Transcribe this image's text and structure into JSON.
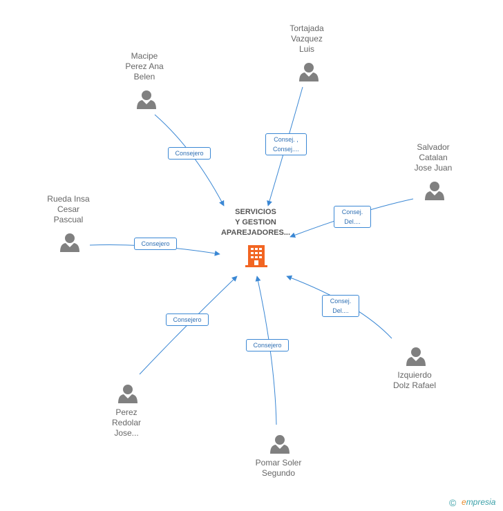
{
  "company": {
    "name_lines": [
      "SERVICIOS",
      "Y GESTION",
      "APAREJADORES..."
    ],
    "icon": "building-icon",
    "color": "#f26522"
  },
  "people": [
    {
      "id": "tortajada",
      "lines": [
        "Tortajada",
        "Vazquez",
        "Luis"
      ],
      "edge_label": [
        "Consej. ,",
        "Consej...."
      ]
    },
    {
      "id": "macipe",
      "lines": [
        "Macipe",
        "Perez Ana",
        "Belen"
      ],
      "edge_label": [
        "Consejero"
      ]
    },
    {
      "id": "salvador",
      "lines": [
        "Salvador",
        "Catalan",
        "Jose Juan"
      ],
      "edge_label": [
        "Consej.",
        "Del...."
      ]
    },
    {
      "id": "rueda",
      "lines": [
        "Rueda Insa",
        "Cesar",
        "Pascual"
      ],
      "edge_label": [
        "Consejero"
      ]
    },
    {
      "id": "perez-redolar",
      "lines": [
        "Perez",
        "Redolar",
        "Jose..."
      ],
      "edge_label": [
        "Consejero"
      ]
    },
    {
      "id": "pomar",
      "lines": [
        "Pomar Soler",
        "Segundo"
      ],
      "edge_label": [
        "Consejero"
      ]
    },
    {
      "id": "izquierdo",
      "lines": [
        "Izquierdo",
        "Dolz Rafael"
      ],
      "edge_label": [
        "Consej.",
        "Del...."
      ]
    }
  ],
  "icons": {
    "person": "person-icon",
    "arrow": "arrow-head-icon"
  },
  "colors": {
    "edge": "#3a87d4",
    "person": "#808080",
    "label_text": "#666666"
  },
  "footer": {
    "copyright": "©",
    "brand_initial": "e",
    "brand_rest": "mpresia"
  }
}
